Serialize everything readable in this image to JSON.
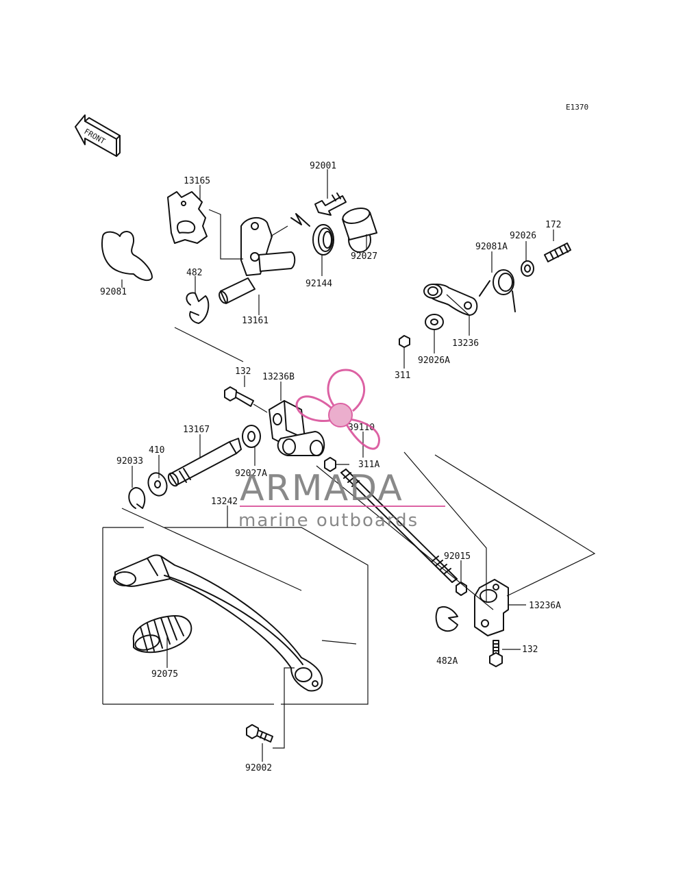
{
  "diagram": {
    "code": "E1370",
    "front_label": "FRONT",
    "labels": [
      {
        "id": "92001",
        "text": "92001"
      },
      {
        "id": "13165",
        "text": "13165"
      },
      {
        "id": "92081",
        "text": "92081"
      },
      {
        "id": "92027",
        "text": "92027"
      },
      {
        "id": "92144",
        "text": "92144"
      },
      {
        "id": "482",
        "text": "482"
      },
      {
        "id": "13161",
        "text": "13161"
      },
      {
        "id": "92026",
        "text": "92026"
      },
      {
        "id": "172",
        "text": "172"
      },
      {
        "id": "92081A",
        "text": "92081A"
      },
      {
        "id": "13236",
        "text": "13236"
      },
      {
        "id": "92026A",
        "text": "92026A"
      },
      {
        "id": "311",
        "text": "311"
      },
      {
        "id": "132_top",
        "text": "132"
      },
      {
        "id": "13236B",
        "text": "13236B"
      },
      {
        "id": "13167",
        "text": "13167"
      },
      {
        "id": "39110",
        "text": "39110"
      },
      {
        "id": "410",
        "text": "410"
      },
      {
        "id": "92033",
        "text": "92033"
      },
      {
        "id": "311A",
        "text": "311A"
      },
      {
        "id": "92027A",
        "text": "92027A"
      },
      {
        "id": "13242",
        "text": "13242"
      },
      {
        "id": "92015",
        "text": "92015"
      },
      {
        "id": "13236A",
        "text": "13236A"
      },
      {
        "id": "132_right",
        "text": "132"
      },
      {
        "id": "482A",
        "text": "482A"
      },
      {
        "id": "92075",
        "text": "92075"
      },
      {
        "id": "92002",
        "text": "92002"
      }
    ]
  },
  "watermark": {
    "brand": "ARMADA",
    "tagline": "marine outboards",
    "accent": "#d9509a",
    "text_color": "#7d7d7d"
  }
}
